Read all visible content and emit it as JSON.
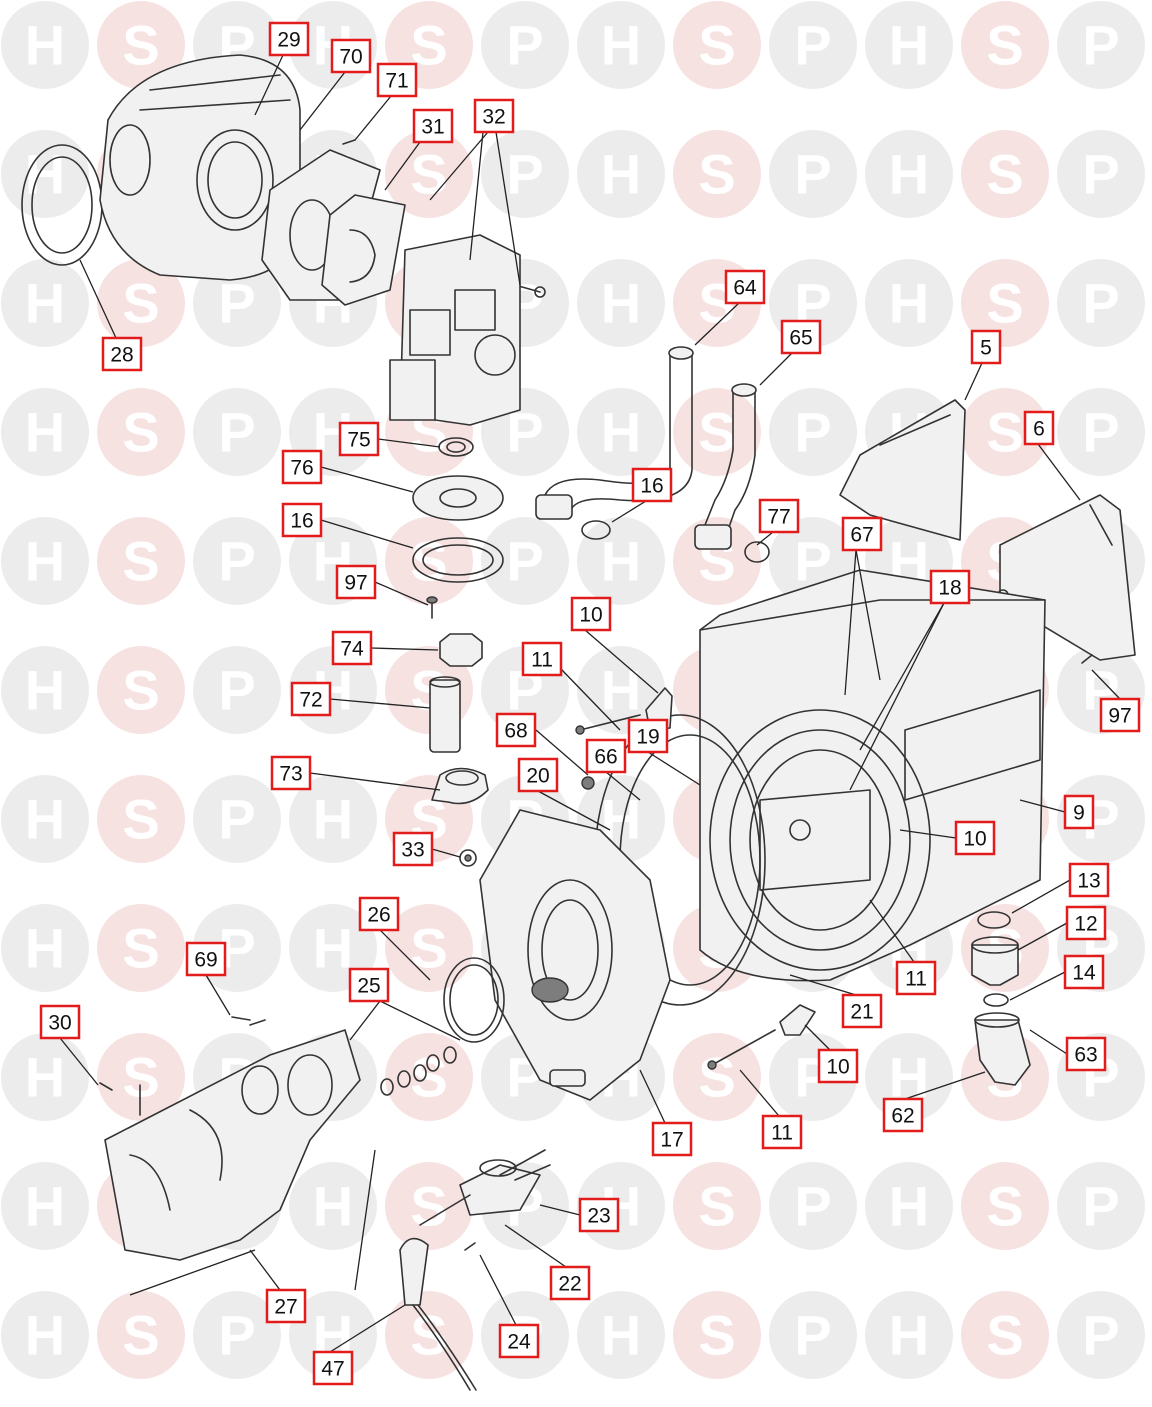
{
  "watermark": {
    "letters": [
      "H",
      "S",
      "P"
    ],
    "color_circle": "#ececec",
    "color_circle_accent": "#f7e2e2"
  },
  "colors": {
    "callout_border": "#e21b1b",
    "callout_text": "#111111",
    "line_art": "#333333",
    "background": "#ffffff"
  },
  "callouts": [
    "29",
    "70",
    "71",
    "31",
    "32",
    "28",
    "64",
    "65",
    "5",
    "6",
    "75",
    "76",
    "16",
    "16",
    "77",
    "97",
    "67",
    "18",
    "10",
    "74",
    "11",
    "97",
    "72",
    "68",
    "19",
    "66",
    "73",
    "20",
    "9",
    "33",
    "10",
    "13",
    "26",
    "12",
    "11",
    "14",
    "69",
    "25",
    "21",
    "30",
    "63",
    "10",
    "62",
    "11",
    "17",
    "23",
    "22",
    "27",
    "24",
    "47"
  ]
}
